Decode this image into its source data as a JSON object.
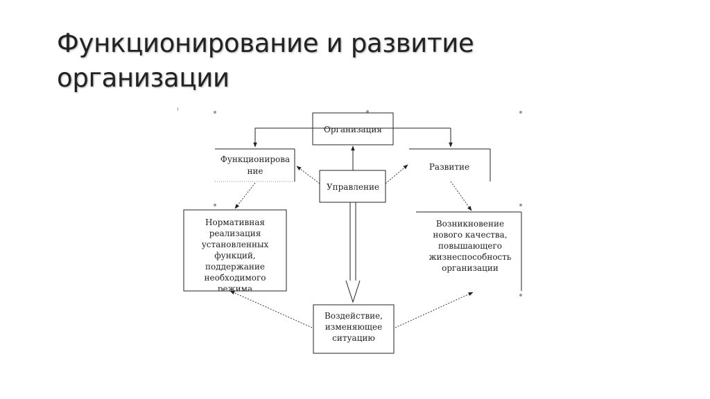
{
  "slide": {
    "title_line1": "Функционирование и развитие",
    "title_line2": "организации"
  },
  "diagram": {
    "organization": "Организация",
    "functioning_line1": "Функционирова",
    "functioning_line2": "ние",
    "management": "Управление",
    "development": "Развитие",
    "normative_lines": [
      "Нормативная",
      "реализация",
      "установленных",
      "функций,",
      "поддержание",
      "необходимого",
      "режима"
    ],
    "quality_lines": [
      "Возникновение",
      "нового качества,",
      "повышающего",
      "жизнеспособность",
      "организации"
    ],
    "impact_lines": [
      "Воздействие,",
      "изменяющее",
      "ситуацию"
    ]
  }
}
